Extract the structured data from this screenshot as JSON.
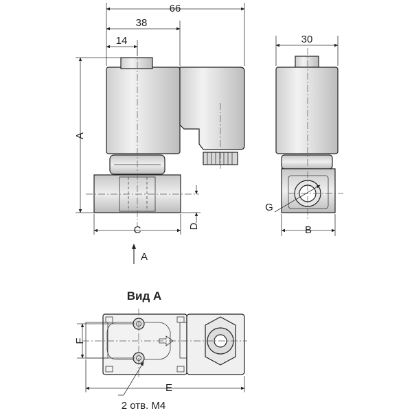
{
  "dimensions": {
    "overall_width": "66",
    "coil_width": "38",
    "stem_offset": "14",
    "side_width": "30",
    "height": "A",
    "port_spacing": "C",
    "port_offset": "D",
    "thread": "G",
    "body_width": "B",
    "mount_offset": "F",
    "total_length": "E"
  },
  "view": {
    "arrow_label": "A",
    "title": "Вид A",
    "holes_note": "2 отв. M4"
  },
  "colors": {
    "coil_fill": "#e8e8e8",
    "body_fill": "#dcdcdc",
    "line": "#222222"
  }
}
